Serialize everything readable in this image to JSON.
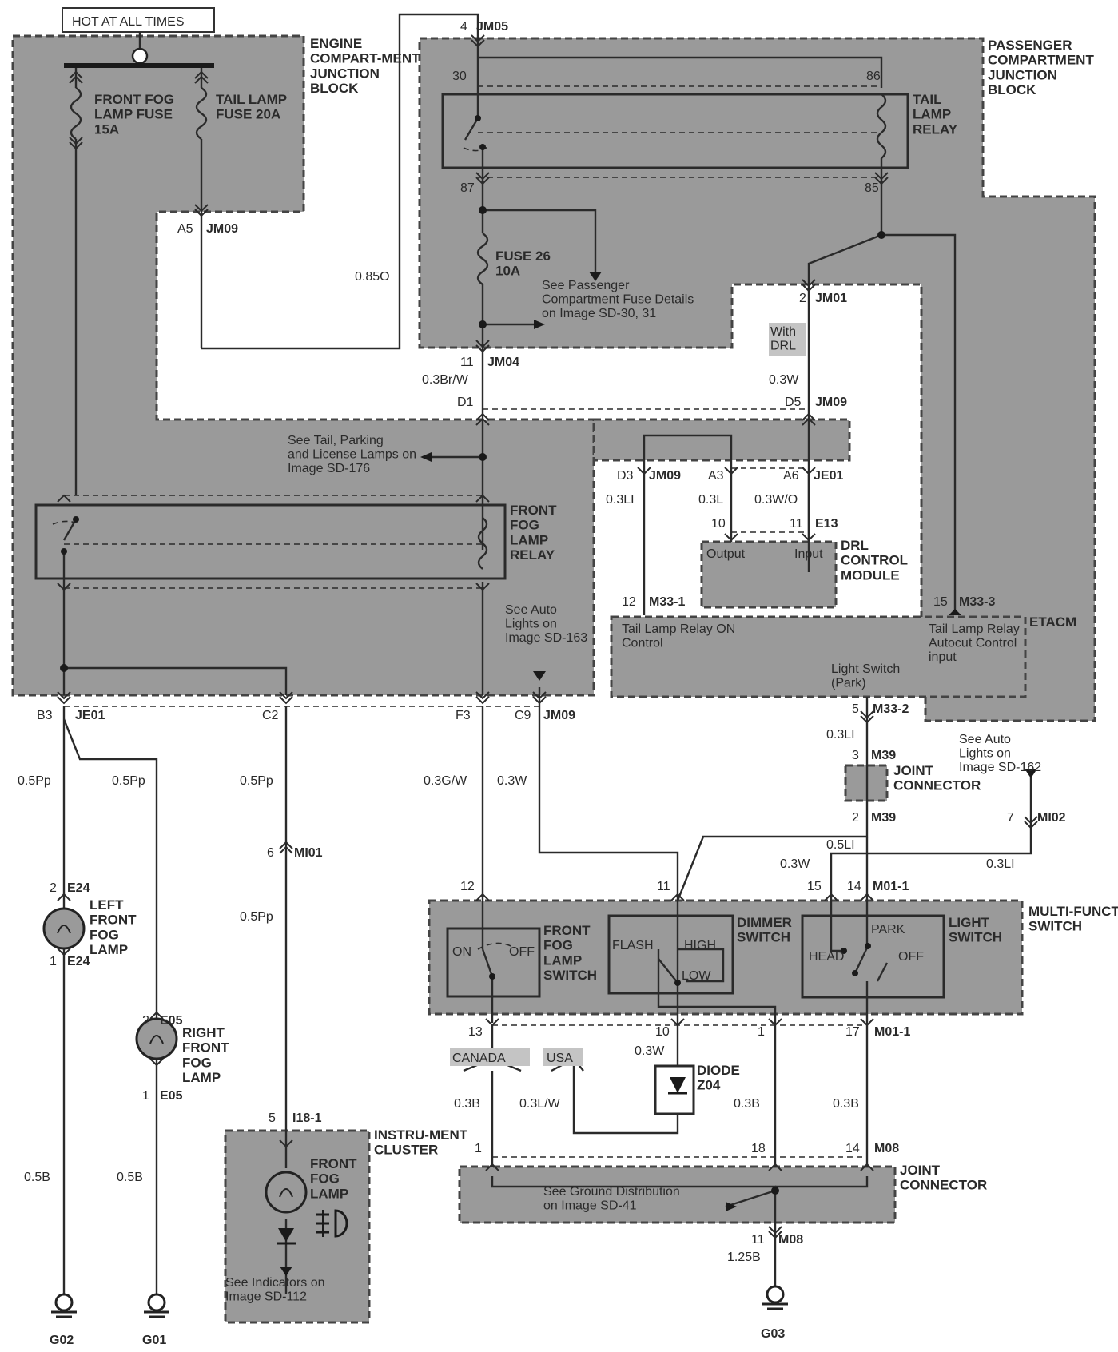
{
  "header": {
    "hot_label": "HOT AT ALL TIMES"
  },
  "blocks": {
    "engine": "ENGINE COMPART-MENT JUNCTION BLOCK",
    "passenger": "PASSENGER COMPARTMENT JUNCTION BLOCK",
    "etacm": "ETACM",
    "mfs": "MULTI-FUNCTION SWITCH",
    "cluster": "INSTRU-MENT CLUSTER",
    "joint": "JOINT CONNECTOR",
    "drl": "DRL CONTROL MODULE"
  },
  "components": {
    "fog_fuse": "FRONT FOG LAMP FUSE 15A",
    "tail_fuse": "TAIL LAMP FUSE 20A",
    "tail_relay": "TAIL LAMP RELAY",
    "fuse26": "FUSE 26 10A",
    "fog_relay": "FRONT FOG LAMP RELAY",
    "left_lamp": "LEFT FRONT FOG LAMP",
    "right_lamp": "RIGHT FRONT FOG LAMP",
    "fog_switch": "FRONT FOG LAMP SWITCH",
    "dimmer": "DIMMER SWITCH",
    "light_switch": "LIGHT SWITCH",
    "diode": "DIODE Z04",
    "joint_m39": "JOINT CONNECTOR",
    "cluster_lamp": "FRONT FOG LAMP"
  },
  "notes": {
    "pass_fuse": "See Passenger Compartment Fuse Details on Image SD-30, 31",
    "tail_parking": "See Tail, Parking and License Lamps on Image SD-176",
    "auto163": "See Auto Lights on Image SD-163",
    "auto162": "See Auto Lights on Image SD-162",
    "ground": "See Ground Distribution on Image SD-41",
    "indicators": "See Indicators on Image SD-112",
    "with_drl": "With DRL",
    "tail_ctrl": "Tail Lamp Relay ON Control",
    "tail_autocut": "Tail Lamp Relay Autocut Control input",
    "light_park": "Light Switch (Park)",
    "drl_output": "Output",
    "drl_input": "Input"
  },
  "switch_positions": {
    "on": "ON",
    "off": "OFF",
    "flash": "FLASH",
    "high": "HIGH",
    "low": "LOW",
    "park": "PARK",
    "head": "HEAD",
    "off2": "OFF"
  },
  "regions": {
    "canada": "CANADA",
    "usa": "USA"
  },
  "connectors": {
    "jm05": "JM05",
    "jm05_pin": "4",
    "jm09_a5": "JM09",
    "a5_pin": "A5",
    "jm04": "JM04",
    "jm04_pin": "11",
    "jm01": "JM01",
    "jm01_pin": "2",
    "jm09_d5": "JM09",
    "d5_pin": "D5",
    "d1_pin": "D1",
    "jm09_d3": "JM09",
    "d3_pin": "D3",
    "a3_pin": "A3",
    "je01_a6": "JE01",
    "a6_pin": "A6",
    "e13": "E13",
    "e13_10": "10",
    "e13_11": "11",
    "m33_1": "M33-1",
    "m33_1_pin": "12",
    "m33_3": "M33-3",
    "m33_3_pin": "15",
    "m33_2": "M33-2",
    "m33_2_pin": "5",
    "m39_3": "M39",
    "m39_3_pin": "3",
    "m39_2": "M39",
    "m39_2_pin": "2",
    "mi02": "MI02",
    "mi02_pin": "7",
    "je01_b3": "JE01",
    "b3_pin": "B3",
    "c2_pin": "C2",
    "f3_pin": "F3",
    "c9_pin": "C9",
    "jm09_c9": "JM09",
    "mi01": "MI01",
    "mi01_pin": "6",
    "e24_2": "E24",
    "e24_2_pin": "2",
    "e24_1": "E24",
    "e24_1_pin": "1",
    "e05_2": "E05",
    "e05_2_pin": "2",
    "e05_1": "E05",
    "e05_1_pin": "1",
    "i18": "I18-1",
    "i18_pin": "5",
    "m01_top": "M01-1",
    "pin12": "12",
    "pin11": "11",
    "pin15": "15",
    "pin14": "14",
    "m01_bot": "M01-1",
    "pin13": "13",
    "pin10": "10",
    "pin1": "1",
    "pin17": "17",
    "m08_top": "M08",
    "m08_p1": "1",
    "m08_p18": "18",
    "m08_p14": "14",
    "m08_bot": "M08",
    "m08_p11": "11",
    "relay30": "30",
    "relay86": "86",
    "relay87": "87",
    "relay85": "85"
  },
  "wires": {
    "w085o": "0.85O",
    "w03brw": "0.3Br/W",
    "w03w_drl": "0.3W",
    "w03li_d3": "0.3LI",
    "w03l_a3": "0.3L",
    "w03wo": "0.3W/O",
    "w03li_m33": "0.3LI",
    "w05li": "0.5LI",
    "w03li_mi02": "0.3LI",
    "w03w_15": "0.3W",
    "w05pp_a": "0.5Pp",
    "w05pp_b": "0.5Pp",
    "w05pp_c": "0.5Pp",
    "w05pp_d": "0.5Pp",
    "w03gw": "0.3G/W",
    "w03w_c9": "0.3W",
    "w05b_a": "0.5B",
    "w05b_b": "0.5B",
    "w03b_13": "0.3B",
    "w03lw": "0.3L/W",
    "w03w_10": "0.3W",
    "w03b_1": "0.3B",
    "w03b_17": "0.3B",
    "w125b": "1.25B"
  },
  "grounds": {
    "g02": "G02",
    "g01": "G01",
    "g03": "G03"
  }
}
